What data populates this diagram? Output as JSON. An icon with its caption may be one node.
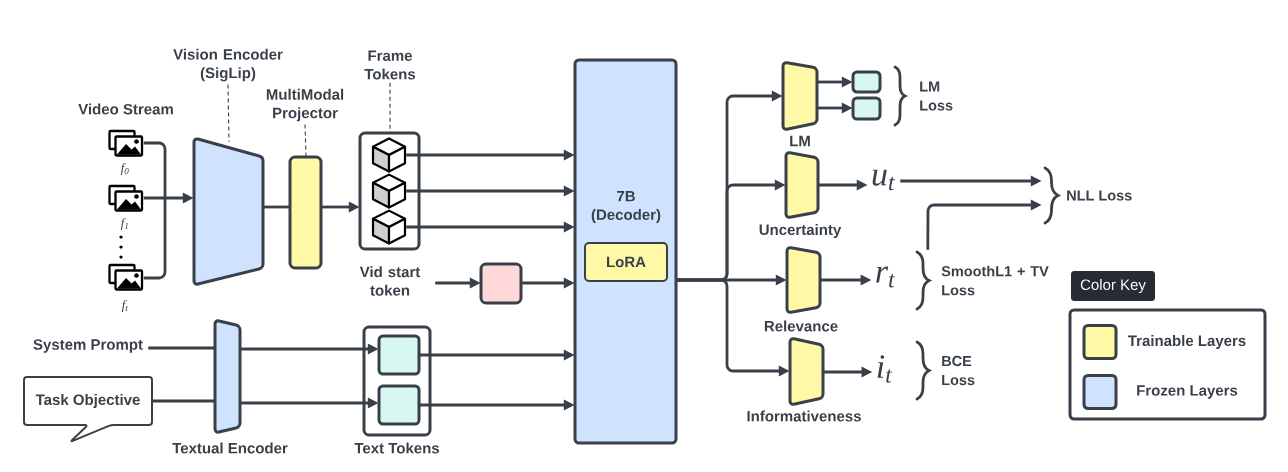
{
  "diagram": {
    "nodes": [
      {
        "text": [],
        "shape": "picture",
        "beside": [
          "f$_{0}$"
        ]
      },
      {
        "text": [],
        "shape": "picture",
        "beside": [
          "f$_{1}$"
        ]
      },
      {
        "text": [],
        "shape": "picture",
        "beside": [
          "f$_{t}$"
        ]
      },
      {
        "text": [
          "Vision Encoder (SigLip)"
        ]
      },
      {
        "text": [],
        "shape": "trapezoid"
      },
      {
        "text": [
          "MultiModal Projector"
        ]
      },
      {
        "text": [],
        "shape": "bar"
      },
      {
        "text": [
          "Frame Tokens"
        ]
      },
      {
        "text": [],
        "shape": "box"
      },
      {
        "text": [],
        "shape": "cube",
        "in": 8
      },
      {
        "text": [],
        "shape": "cube",
        "in": 8
      },
      {
        "text": [],
        "shape": "cube",
        "in": 8
      },
      {
        "text": [
          "Vid start token"
        ]
      },
      {
        "text": [],
        "shape": "box"
      },
      {
        "text": [
          "System Prompt"
        ]
      },
      {
        "text": [
          "Task Objective"
        ]
      },
      {
        "text": [
          "Textual Encoder"
        ]
      },
      {
        "text": [
          "Text Tokens"
        ]
      },
      {
        "text": [],
        "shape": "box",
        "in": 17
      },
      {
        "text": [],
        "shape": "box",
        "in": 17
      },
      {
        "text": [
          "7B (Decoder)"
        ]
      },
      {
        "text": [
          "LoRA"
        ],
        "in": 20
      },
      {
        "text": [
          "LM"
        ]
      },
      {
        "text": [],
        "shape": "box"
      },
      {
        "text": [],
        "shape": "box"
      },
      {
        "text": [
          "LM Loss"
        ]
      },
      {
        "text": [
          "Uncertainty"
        ]
      },
      {
        "text": [
          "u$_{t}$"
        ]
      },
      {
        "text": [
          "NLL Loss"
        ]
      },
      {
        "text": [
          "Relevance"
        ]
      },
      {
        "text": [
          "r$_{t}$"
        ]
      },
      {
        "text": [
          "SmoothL1 + TV Loss"
        ]
      },
      {
        "text": [
          "Informativeness"
        ]
      },
      {
        "text": [
          "i$_{t}$"
        ]
      },
      {
        "text": [
          "BCE Loss"
        ]
      }
    ],
    "edges": [
      {
        "from": 0,
        "to": 4,
        "arrow": "to"
      },
      {
        "from": 1,
        "to": 4,
        "arrow": "to"
      },
      {
        "from": 2,
        "to": 4,
        "arrow": "to"
      },
      {
        "from": 3,
        "to": 4,
        "arrow": "none",
        "style": "dashed"
      },
      {
        "from": 4,
        "to": 6,
        "arrow": "none"
      },
      {
        "from": 5,
        "to": 6,
        "arrow": "none",
        "style": "dashed"
      },
      {
        "from": 6,
        "to": 8,
        "arrow": "to"
      },
      {
        "from": 7,
        "to": 8,
        "arrow": "none",
        "style": "dashed"
      },
      {
        "from": 9,
        "to": 20,
        "arrow": "to"
      },
      {
        "from": 10,
        "to": 20,
        "arrow": "to"
      },
      {
        "from": 11,
        "to": 20,
        "arrow": "to"
      },
      {
        "from": 12,
        "to": 13,
        "arrow": "to"
      },
      {
        "from": 13,
        "to": 20,
        "arrow": "to"
      },
      {
        "from": 14,
        "to": 16,
        "arrow": "none"
      },
      {
        "from": 15,
        "to": 16,
        "arrow": "none"
      },
      {
        "from": 16,
        "to": 18,
        "arrow": "to"
      },
      {
        "from": 16,
        "to": 19,
        "arrow": "to"
      },
      {
        "from": 18,
        "to": 20,
        "arrow": "to"
      },
      {
        "from": 19,
        "to": 20,
        "arrow": "to"
      },
      {
        "from": 20,
        "to": 22,
        "arrow": "to"
      },
      {
        "from": 20,
        "to": 26,
        "arrow": "to"
      },
      {
        "from": 20,
        "to": 29,
        "arrow": "to"
      },
      {
        "from": 20,
        "to": 32,
        "arrow": "to"
      },
      {
        "from": 22,
        "to": 23,
        "arrow": "to"
      },
      {
        "from": 22,
        "to": 24,
        "arrow": "to"
      },
      {
        "from": 26,
        "to": 27,
        "arrow": "to"
      },
      {
        "from": 27,
        "to": 28,
        "arrow": "to"
      },
      {
        "from": 29,
        "to": 30,
        "arrow": "to"
      },
      {
        "from": 31,
        "to": 28,
        "arrow": "to"
      },
      {
        "from": 32,
        "to": 33,
        "arrow": "to"
      }
    ],
    "labels": [
      "Video Stream",
      "Color Key"
    ],
    "legend": [
      {
        "text": "Trainable Layers",
        "color": "#fff8a6"
      },
      {
        "text": "Frozen Layers",
        "color": "#cfe3fe"
      }
    ]
  }
}
